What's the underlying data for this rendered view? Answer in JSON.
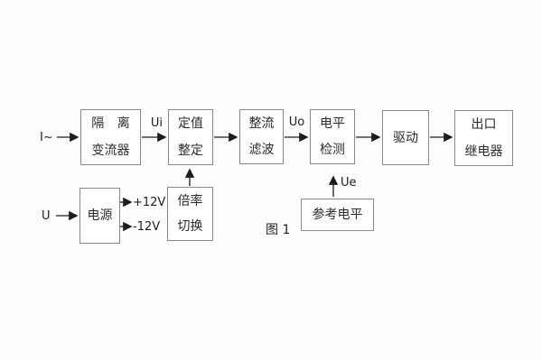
{
  "figure": {
    "caption": "图 1",
    "background": "#fdfdfd",
    "box_border_color": "#8a8a8a",
    "box_fill_color": "#ffffff",
    "text_color": "#2a2a2a",
    "arrow_color": "#1c1c1c"
  },
  "inputs": {
    "current_input": "I~",
    "voltage_input": "U"
  },
  "signal_labels": {
    "ui": "Ui",
    "uo": "Uo",
    "ue": "Ue"
  },
  "power_outputs": {
    "positive": "+12V",
    "negative": "-12V"
  },
  "blocks": {
    "isolation_transformer": {
      "line1": "隔 离",
      "line2": "变流器"
    },
    "setting_adjust": {
      "line1": "定值",
      "line2": "整定"
    },
    "rectifier_filter": {
      "line1": "整流",
      "line2": "滤波"
    },
    "level_detection": {
      "line1": "电平",
      "line2": "检测"
    },
    "driver": {
      "label": "驱动"
    },
    "output_relay": {
      "line1": "出口",
      "line2": "继电器"
    },
    "power_supply": {
      "label": "电源"
    },
    "ratio_switch": {
      "line1": "倍率",
      "line2": "切换"
    },
    "reference_level": {
      "label": "参考电平"
    }
  }
}
